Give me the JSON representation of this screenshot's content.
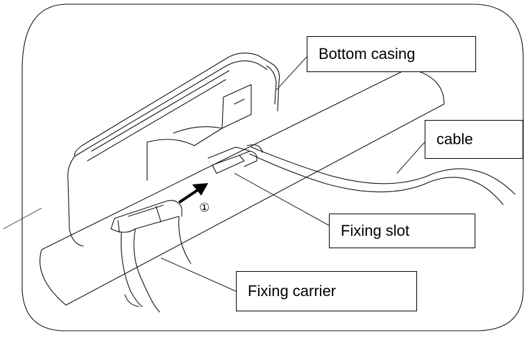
{
  "labels": {
    "bottom_casing": "Bottom casing",
    "cable": "cable",
    "fixing_slot": "Fixing slot",
    "fixing_carrier": "Fixing carrier"
  },
  "step_marker": "①",
  "colors": {
    "line": "#111111",
    "background": "#ffffff",
    "arrow": "#000000"
  }
}
